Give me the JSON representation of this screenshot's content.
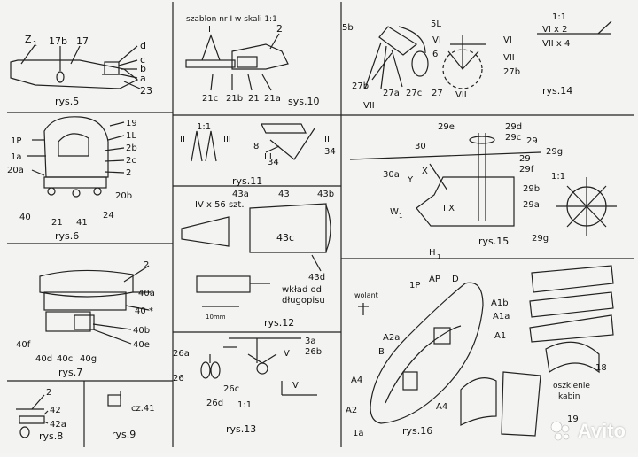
{
  "panels": {
    "rys5": {
      "caption": "rys.5",
      "labels": {
        "z1": "Z",
        "z1sub": "1",
        "l17b": "17b",
        "l17": "17",
        "ld": "d",
        "lc": "c",
        "lb": "b",
        "la": "a",
        "l23": "23"
      }
    },
    "sys10": {
      "caption": "sys.10",
      "header": "szablon nr I  w skali 1:1",
      "labels": {
        "I": "I",
        "l2": "2",
        "l21c": "21c",
        "l21b": "21b",
        "l21": "21",
        "l21a": "21a"
      }
    },
    "rys14": {
      "caption": "rys.14",
      "scale1": "1:1",
      "scale2": "VI x 2",
      "scale3": "VII x 4",
      "labels": {
        "l5b": "5b",
        "l5L": "5L",
        "lVI": "VI",
        "l6": "6",
        "lVI2": "VI",
        "lVII": "VII",
        "l27b": "27b",
        "l27b2": "27b",
        "l27a": "27a",
        "l27c": "27c",
        "l27": "27",
        "lVII2": "VII",
        "lVII3": "VII"
      }
    },
    "rys6": {
      "caption": "rys.6",
      "labels": {
        "l19": "19",
        "l1P": "1P",
        "l1L": "1L",
        "l1a": "1a",
        "l2b": "2b",
        "l2c": "2c",
        "l20a": "20a",
        "l2": "2",
        "l20b": "20b",
        "l40": "40",
        "l21": "21",
        "l41": "41",
        "l24": "24"
      }
    },
    "rys11": {
      "caption": "rys.11",
      "scale": "1:1",
      "labels": {
        "II": "II",
        "III": "III",
        "l8": "8",
        "III2": "III",
        "l34": "34",
        "II2": "II",
        "l34b": "34"
      }
    },
    "rys15": {
      "caption": "rys.15",
      "scale": "1:1",
      "labels": {
        "l29e": "29e",
        "l29d": "29d",
        "l29c": "29c",
        "l29": "29",
        "l30": "30",
        "l29g": "29g",
        "l29b2": "29",
        "l29f": "29f",
        "l30a": "30a",
        "X": "X",
        "Y": "Y",
        "l29b": "29b",
        "IX": "I X",
        "l29a": "29a",
        "W1": "W",
        "W1sub": "1",
        "H1": "H",
        "H1sub": "1",
        "l29g2": "29g"
      }
    },
    "rys12": {
      "caption": "rys.12",
      "header": "IV x 56 szt.",
      "labels": {
        "l43a": "43a",
        "l43": "43",
        "l43b": "43b",
        "l43c": "43c",
        "l43d": "43d",
        "wklad": "wkład od",
        "dlugopisu": "długopisu",
        "mm": "10mm"
      }
    },
    "rys7": {
      "caption": "rys.7",
      "labels": {
        "l2": "2",
        "l40a": "40a",
        "l40star": "40 *",
        "l40b": "40b",
        "l40e": "40e",
        "l40f": "40f",
        "l40d": "40d",
        "l40c": "40c",
        "l40g": "40g"
      }
    },
    "rys16": {
      "caption": "rys.16",
      "labels": {
        "wolant": "wolant",
        "l1P": "1P",
        "AP": "AP",
        "D": "D",
        "A1b": "A1b",
        "A1a": "A1a",
        "A1": "A1",
        "A2a": "A2a",
        "B": "B",
        "A4": "A4",
        "A4b": "A4",
        "A2": "A2",
        "l1a": "1a",
        "l18": "18",
        "oszkl": "oszklenie",
        "kabin": "kabin",
        "l19": "19"
      }
    },
    "rys13": {
      "caption": "rys.13",
      "scale": "1:1",
      "labels": {
        "l3a": "3a",
        "l26a": "26a",
        "l26b": "26b",
        "V": "V",
        "l26": "26",
        "l26c": "26c",
        "l26d": "26d",
        "V2": "V"
      }
    },
    "rys8": {
      "caption": "rys.8",
      "labels": {
        "l2": "2",
        "l42": "42",
        "l42a": "42a"
      }
    },
    "rys9": {
      "caption": "rys.9",
      "labels": {
        "cz41": "cz.41"
      }
    }
  },
  "watermark": "Avito"
}
